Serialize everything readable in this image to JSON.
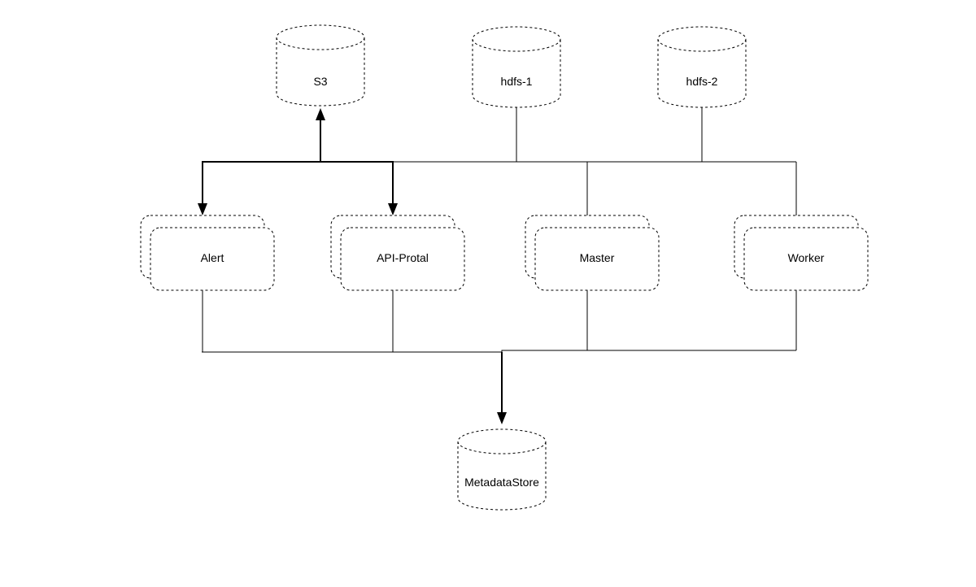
{
  "canvas": {
    "background": "#ffffff",
    "line_color": "#000000",
    "text_color": "#000000"
  },
  "nodes": {
    "s3": {
      "label": "S3",
      "shape": "cylinder",
      "border": "dashed"
    },
    "hdfs_1": {
      "label": "hdfs-1",
      "shape": "cylinder",
      "border": "dashed"
    },
    "hdfs_2": {
      "label": "hdfs-2",
      "shape": "cylinder",
      "border": "dashed"
    },
    "alert": {
      "label": "Alert",
      "shape": "stacked-rounded-rect",
      "border": "dashed"
    },
    "api_portal": {
      "label": "API-Protal",
      "shape": "stacked-rounded-rect",
      "border": "dashed"
    },
    "master": {
      "label": "Master",
      "shape": "stacked-rounded-rect",
      "border": "dashed"
    },
    "worker": {
      "label": "Worker",
      "shape": "stacked-rounded-rect",
      "border": "dashed"
    },
    "metadata_store": {
      "label": "MetadataStore",
      "shape": "cylinder",
      "border": "dashed"
    }
  },
  "edges": [
    {
      "from": "top-bus",
      "to": "S3",
      "arrow": true,
      "bold": true
    },
    {
      "from": "top-bus",
      "to": "Alert",
      "arrow": true,
      "bold": true
    },
    {
      "from": "top-bus",
      "to": "API-Protal",
      "arrow": true,
      "bold": true
    },
    {
      "from": "hdfs-1",
      "to": "top-bus",
      "arrow": false,
      "bold": false
    },
    {
      "from": "hdfs-2",
      "to": "top-bus",
      "arrow": false,
      "bold": false
    },
    {
      "from": "top-bus",
      "to": "Master",
      "arrow": false,
      "bold": false
    },
    {
      "from": "top-bus",
      "to": "Worker",
      "arrow": false,
      "bold": false
    },
    {
      "from": "Alert",
      "to": "bottom-bus",
      "arrow": false,
      "bold": false
    },
    {
      "from": "API-Protal",
      "to": "bottom-bus",
      "arrow": false,
      "bold": false
    },
    {
      "from": "Master",
      "to": "bottom-bus",
      "arrow": false,
      "bold": false
    },
    {
      "from": "Worker",
      "to": "bottom-bus",
      "arrow": false,
      "bold": false
    },
    {
      "from": "bottom-bus",
      "to": "MetadataStore",
      "arrow": true,
      "bold": true
    }
  ]
}
